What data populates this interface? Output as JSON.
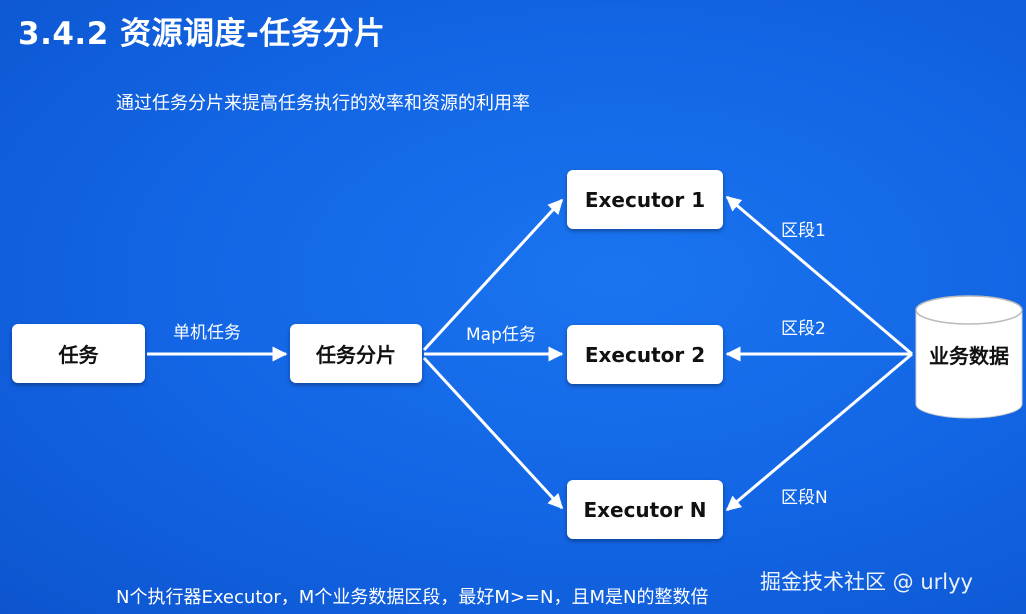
{
  "title": "3.4.2 资源调度-任务分片",
  "subtitle": "通过任务分片来提高任务执行的效率和资源的利用率",
  "nodes": {
    "task": "任务",
    "sharding": "任务分片",
    "executor1": "Executor 1",
    "executor2": "Executor 2",
    "executorN": "Executor N",
    "data": "业务数据"
  },
  "edge_labels": {
    "single": "单机任务",
    "map": "Map任务",
    "seg1": "区段1",
    "seg2": "区段2",
    "segN": "区段N"
  },
  "footer": "N个执行器Executor，M个业务数据区段，最好M>=N，且M是N的整数倍",
  "watermark": "掘金技术社区 @ urlyy",
  "colors": {
    "background": "#1264e3",
    "box": "#ffffff",
    "line": "#ffffff"
  }
}
